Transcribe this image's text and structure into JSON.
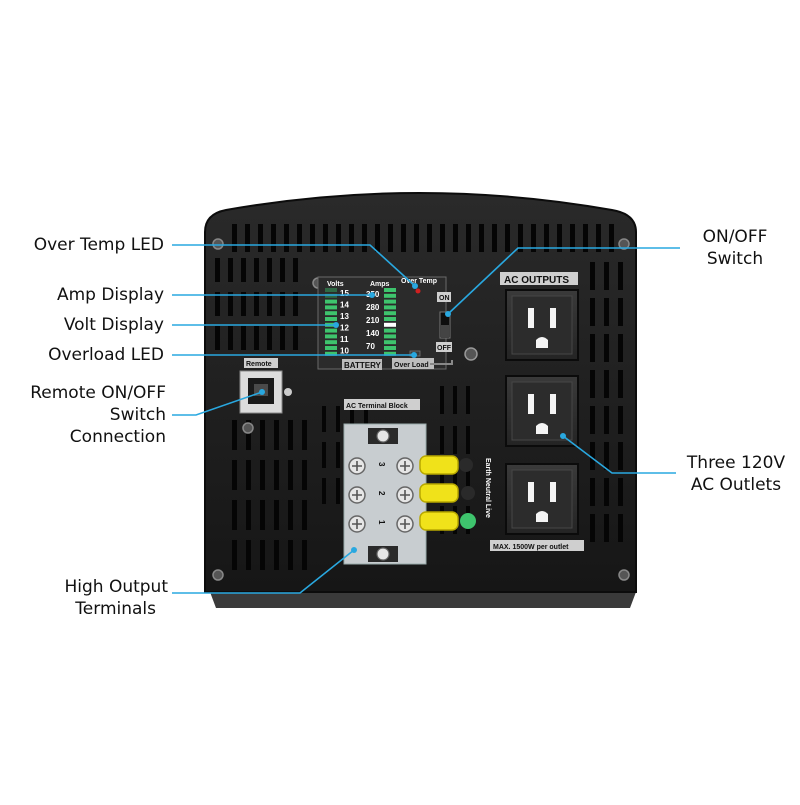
{
  "callouts": {
    "over_temp_led": "Over Temp LED",
    "amp_display": "Amp Display",
    "volt_display": "Volt Display",
    "overload_led": "Overload LED",
    "remote_1": "Remote ON/OFF",
    "remote_2": "Switch",
    "remote_3": "Connection",
    "high_output_1": "High Output",
    "high_output_2": "Terminals",
    "onoff_1": "ON/OFF",
    "onoff_2": "Switch",
    "outlets_1": "Three 120V",
    "outlets_2": "AC Outlets"
  },
  "panel": {
    "volts": "Volts",
    "amps": "Amps",
    "over_temp": "Over Temp",
    "battery": "BATTERY",
    "over_load": "Over Load",
    "remote": "Remote",
    "on": "ON",
    "off": "OFF",
    "ac_outputs": "AC OUTPUTS",
    "ac_terminal_block": "AC Terminal Block",
    "max_label": "MAX. 1500W per outlet",
    "earth_neutral_live": "Earth  Neutral  Live",
    "volt_scale": [
      "15",
      "14",
      "13",
      "12",
      "11",
      "10"
    ],
    "amp_scale": [
      "350",
      "280",
      "210",
      "140",
      "70"
    ],
    "terminal_numbers": [
      "3",
      "2",
      "1"
    ]
  },
  "colors": {
    "callout_line": "#29a8e0",
    "panel": "#1b1b1b",
    "led_green": "#3ec46d",
    "wire_yellow": "#f0e21a"
  }
}
